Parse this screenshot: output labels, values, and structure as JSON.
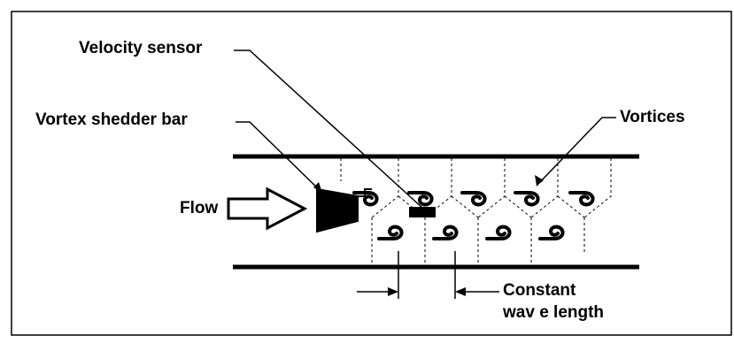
{
  "labels": {
    "velocity_sensor": "Velocity sensor",
    "vortex_shedder_bar": "Vortex shedder bar",
    "vortices": "Vortices",
    "flow": "Flow",
    "constant_line1": "Constant",
    "constant_line2": "wav e length"
  },
  "colors": {
    "ink": "#000000",
    "background": "#ffffff"
  },
  "icons": {
    "flow_arrow": "hollow-right-arrow",
    "vortex": "curl-vortex-glyph"
  }
}
